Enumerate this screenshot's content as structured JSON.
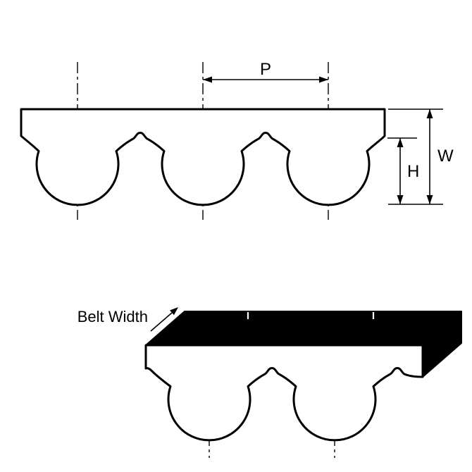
{
  "labels": {
    "pitch": "P",
    "overall_thickness": "W",
    "tooth_height": "H",
    "belt_width": "Belt Width"
  },
  "colors": {
    "ink": "#000000",
    "paper": "#ffffff"
  }
}
